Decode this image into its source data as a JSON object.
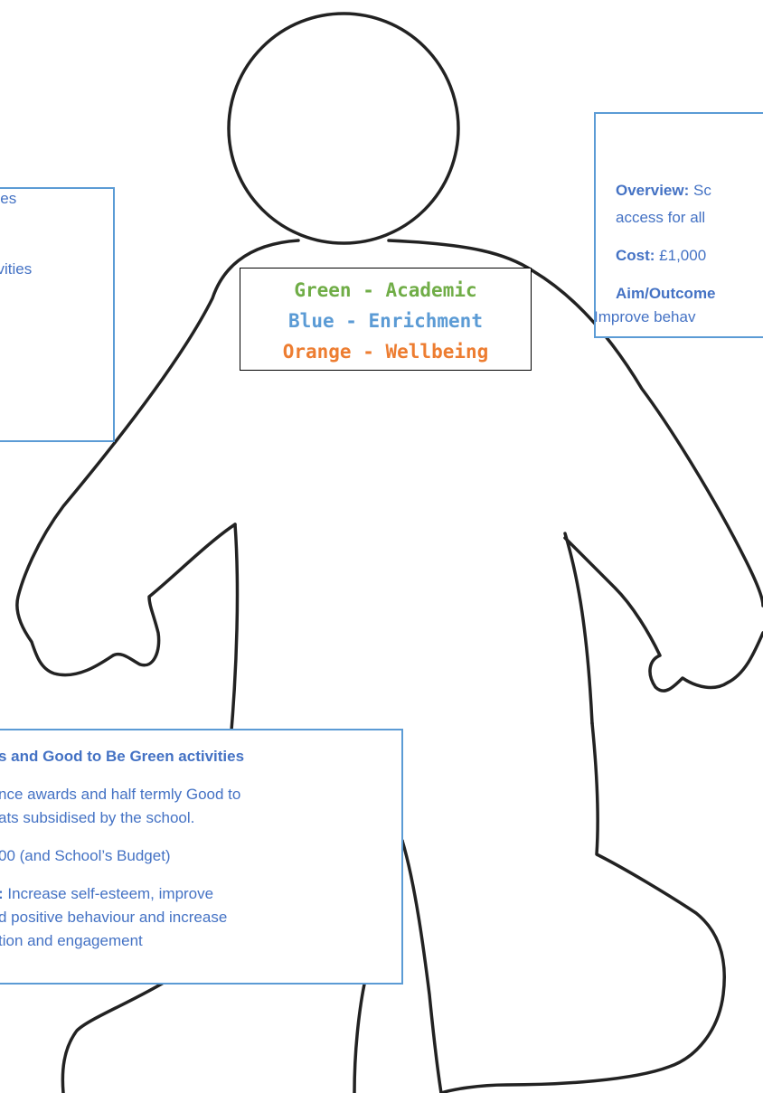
{
  "legend": {
    "academic": "Green - Academic",
    "enrichment": "Blue - Enrichment",
    "wellbeing": "Orange - Wellbeing",
    "colors": {
      "academic": "#70ad47",
      "enrichment": "#5b9bd5",
      "wellbeing": "#ed7d31"
    }
  },
  "left_card": {
    "line1": "ities",
    "line2": "tivities"
  },
  "right_card": {
    "overview_label": "Overview:",
    "overview_text": " Sc",
    "overview_line2": "access for all",
    "cost_label": "Cost:",
    "cost_value": "  £1,000",
    "aim_label": "Aim/Outcome",
    "aim_line2": "Improve behav"
  },
  "bottom_card": {
    "title": "s and Good to Be Green activities",
    "line1": "nce awards and half termly Good to",
    "line2": "ats subsidised by the school.",
    "line3": "00 (and School’s Budget)",
    "line4_label": ":",
    "line4_text": " Increase self-esteem, improve",
    "line5": "d positive behaviour and increase",
    "line6": "tion and engagement"
  },
  "colors": {
    "card_text": "#4472c4",
    "card_border": "#5b9bd5",
    "outline": "#222222"
  }
}
